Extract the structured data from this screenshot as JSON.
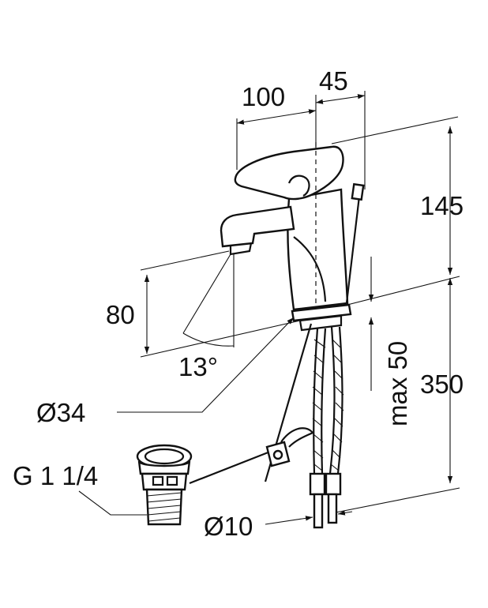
{
  "diagram": {
    "labels": {
      "spout_projection": "100",
      "handle_offset": "45",
      "lever_height": "145",
      "spout_height": "80",
      "swing_angle": "13°",
      "base_diameter": "Ø34",
      "deck_thickness": "max 50",
      "overall_hose_length": "350",
      "waste_thread": "G 1 1/4",
      "hose_diameter": "Ø10"
    },
    "colors": {
      "line": "#111111",
      "background": "#ffffff"
    }
  }
}
